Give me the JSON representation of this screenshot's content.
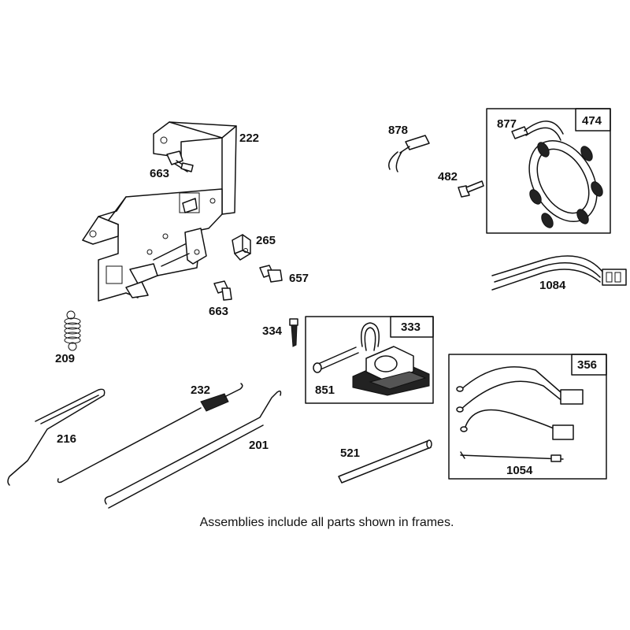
{
  "parts": {
    "p222": "222",
    "p663a": "663",
    "p265": "265",
    "p657": "657",
    "p663b": "663",
    "p209": "209",
    "p216": "216",
    "p232": "232",
    "p201": "201",
    "p334": "334",
    "p333": "333",
    "p851": "851",
    "p521": "521",
    "p878": "878",
    "p482": "482",
    "p877": "877",
    "p474": "474",
    "p1084": "1084",
    "p356": "356",
    "p1054": "1054"
  },
  "caption": "Assemblies include all parts shown in frames."
}
